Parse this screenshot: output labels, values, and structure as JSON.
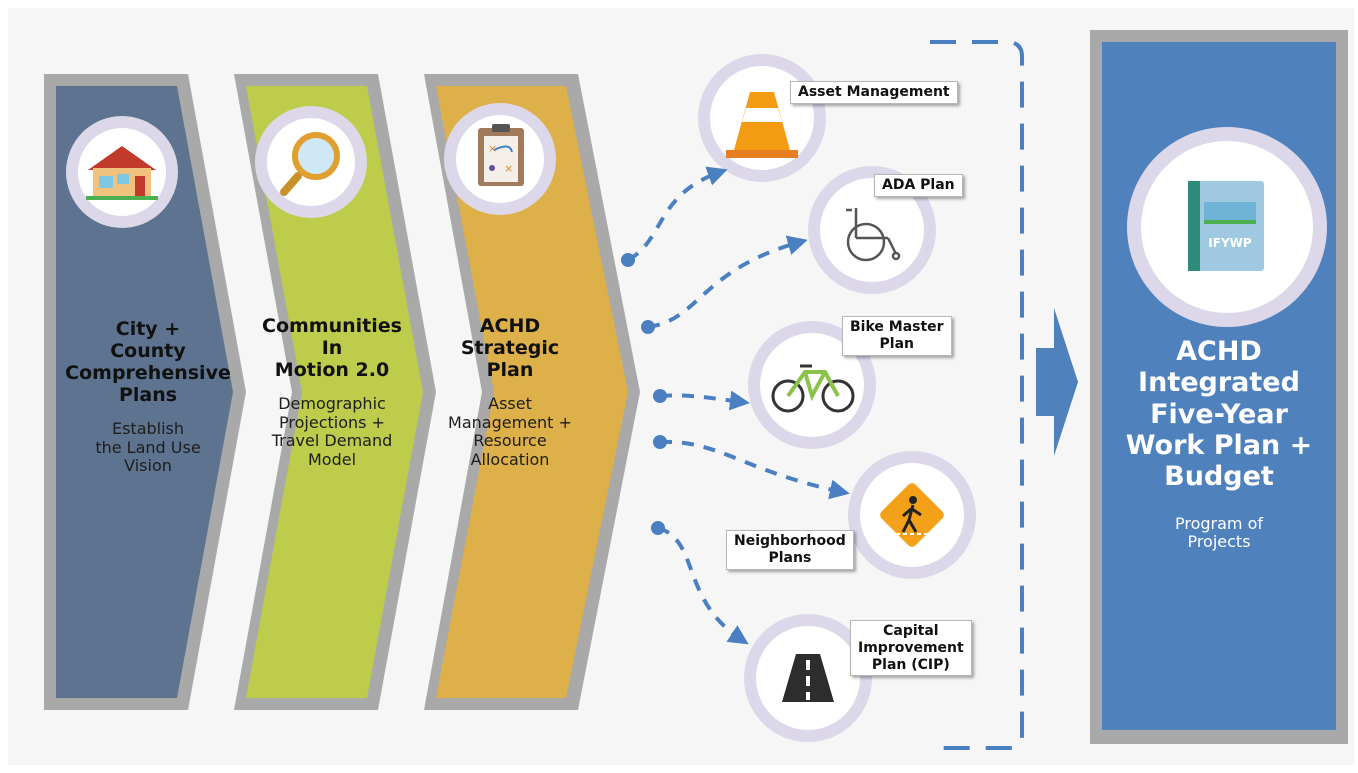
{
  "stages": [
    {
      "title": [
        "City +",
        "County",
        "Comprehensive",
        "Plans"
      ],
      "subtitle": [
        "Establish",
        "the Land Use",
        "Vision"
      ],
      "color": "#5e7390"
    },
    {
      "title": [
        "Communities",
        "In",
        "Motion 2.0"
      ],
      "subtitle": [
        "Demographic",
        "Projections +",
        "Travel Demand",
        "Model"
      ],
      "color": "#bdcc4a"
    },
    {
      "title": [
        "ACHD",
        "Strategic",
        "Plan"
      ],
      "subtitle": [
        "Asset",
        "Management +",
        "Resource",
        "Allocation"
      ],
      "color": "#ddb04a"
    }
  ],
  "plans": [
    {
      "label": [
        "Asset Management"
      ],
      "icon": "traffic-cone-icon"
    },
    {
      "label": [
        "ADA Plan"
      ],
      "icon": "wheelchair-icon"
    },
    {
      "label": [
        "Bike Master",
        "Plan"
      ],
      "icon": "bicycle-icon"
    },
    {
      "label": [
        "Neighborhood",
        "Plans"
      ],
      "icon": "pedestrian-sign-icon"
    },
    {
      "label": [
        "Capital",
        "Improvement",
        "Plan (CIP)"
      ],
      "icon": "road-icon"
    }
  ],
  "final": {
    "title": [
      "ACHD",
      "Integrated",
      "Five-Year",
      "Work Plan +",
      "Budget"
    ],
    "subtitle": [
      "Program of",
      "Projects"
    ],
    "book_text": "IFYWP",
    "color": "#4f81bd"
  },
  "colors": {
    "arrow": "#4a80c2",
    "circle_ring": "#dcd8ea",
    "shadow": "#a9a9a9"
  }
}
